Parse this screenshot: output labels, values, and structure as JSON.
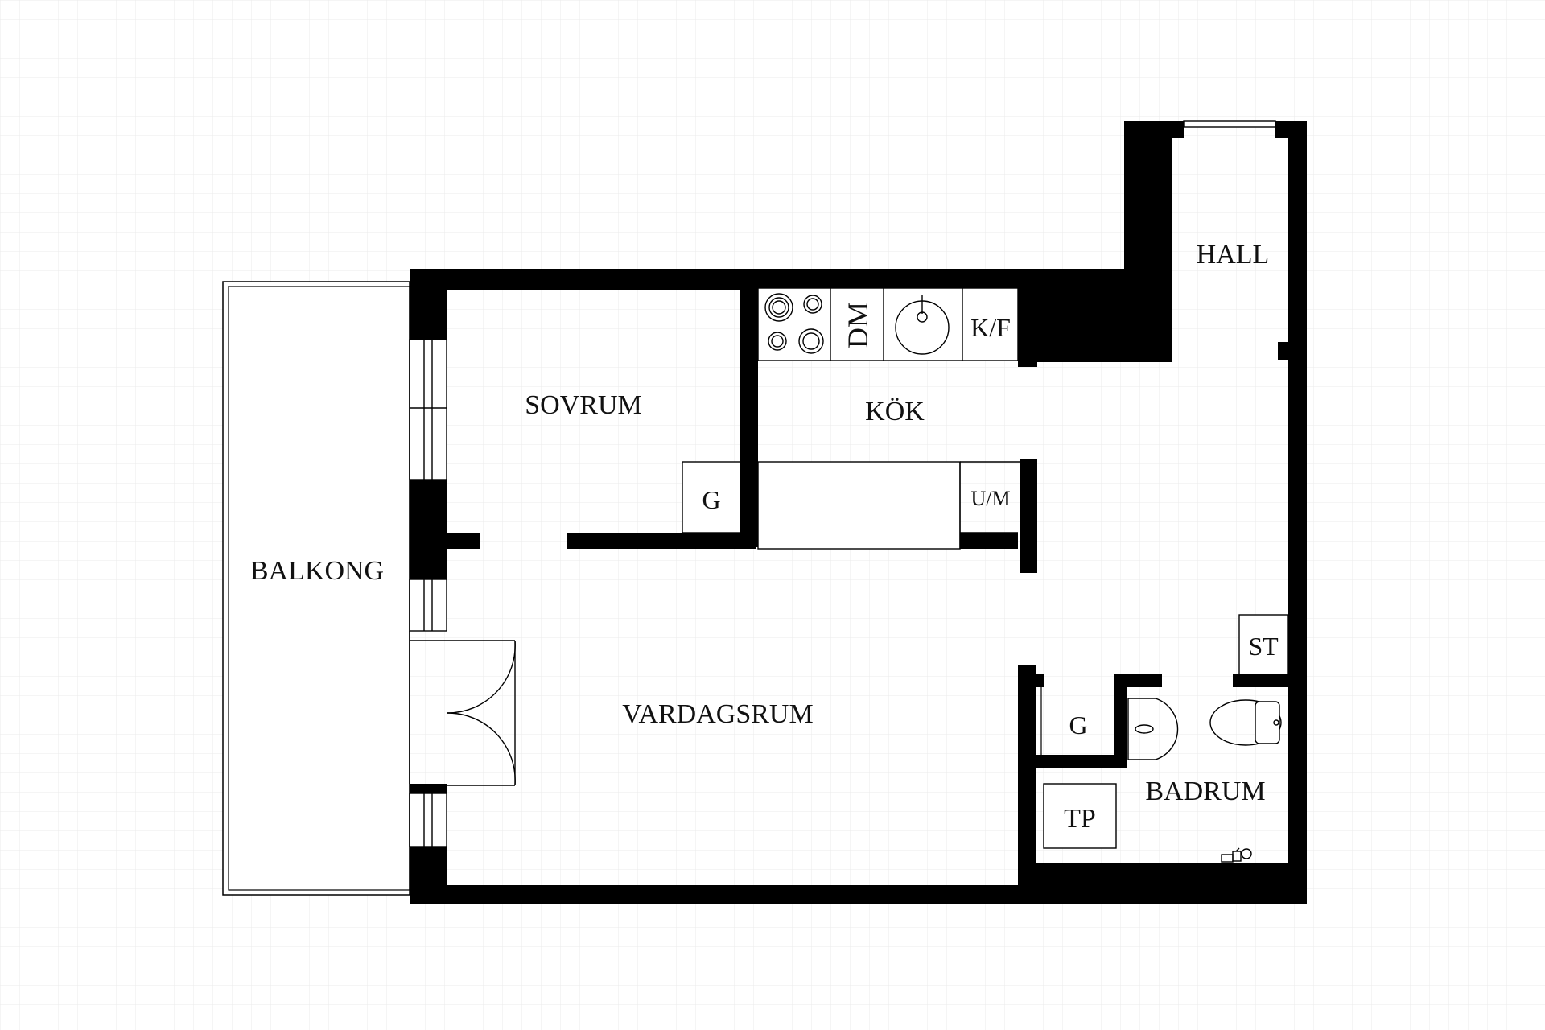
{
  "rooms": {
    "balkong": "BALKONG",
    "sovrum": "SOVRUM",
    "kok": "KÖK",
    "hall": "HALL",
    "vardagsrum": "VARDAGSRUM",
    "badrum": "BADRUM"
  },
  "fixtures": {
    "dishwasher": "DM",
    "fridge_freezer": "K/F",
    "wardrobe_bedroom": "G",
    "oven_microwave": "U/M",
    "storage": "ST",
    "wardrobe_hall": "G",
    "washer_dryer": "TP"
  },
  "icons": [
    "stove-icon",
    "sink-icon",
    "washbasin-icon",
    "toilet-icon",
    "shower-icon",
    "door-swing-icon"
  ],
  "colors": {
    "wall": "#000000",
    "grid": "#ebebeb",
    "background": "#ffffff"
  }
}
